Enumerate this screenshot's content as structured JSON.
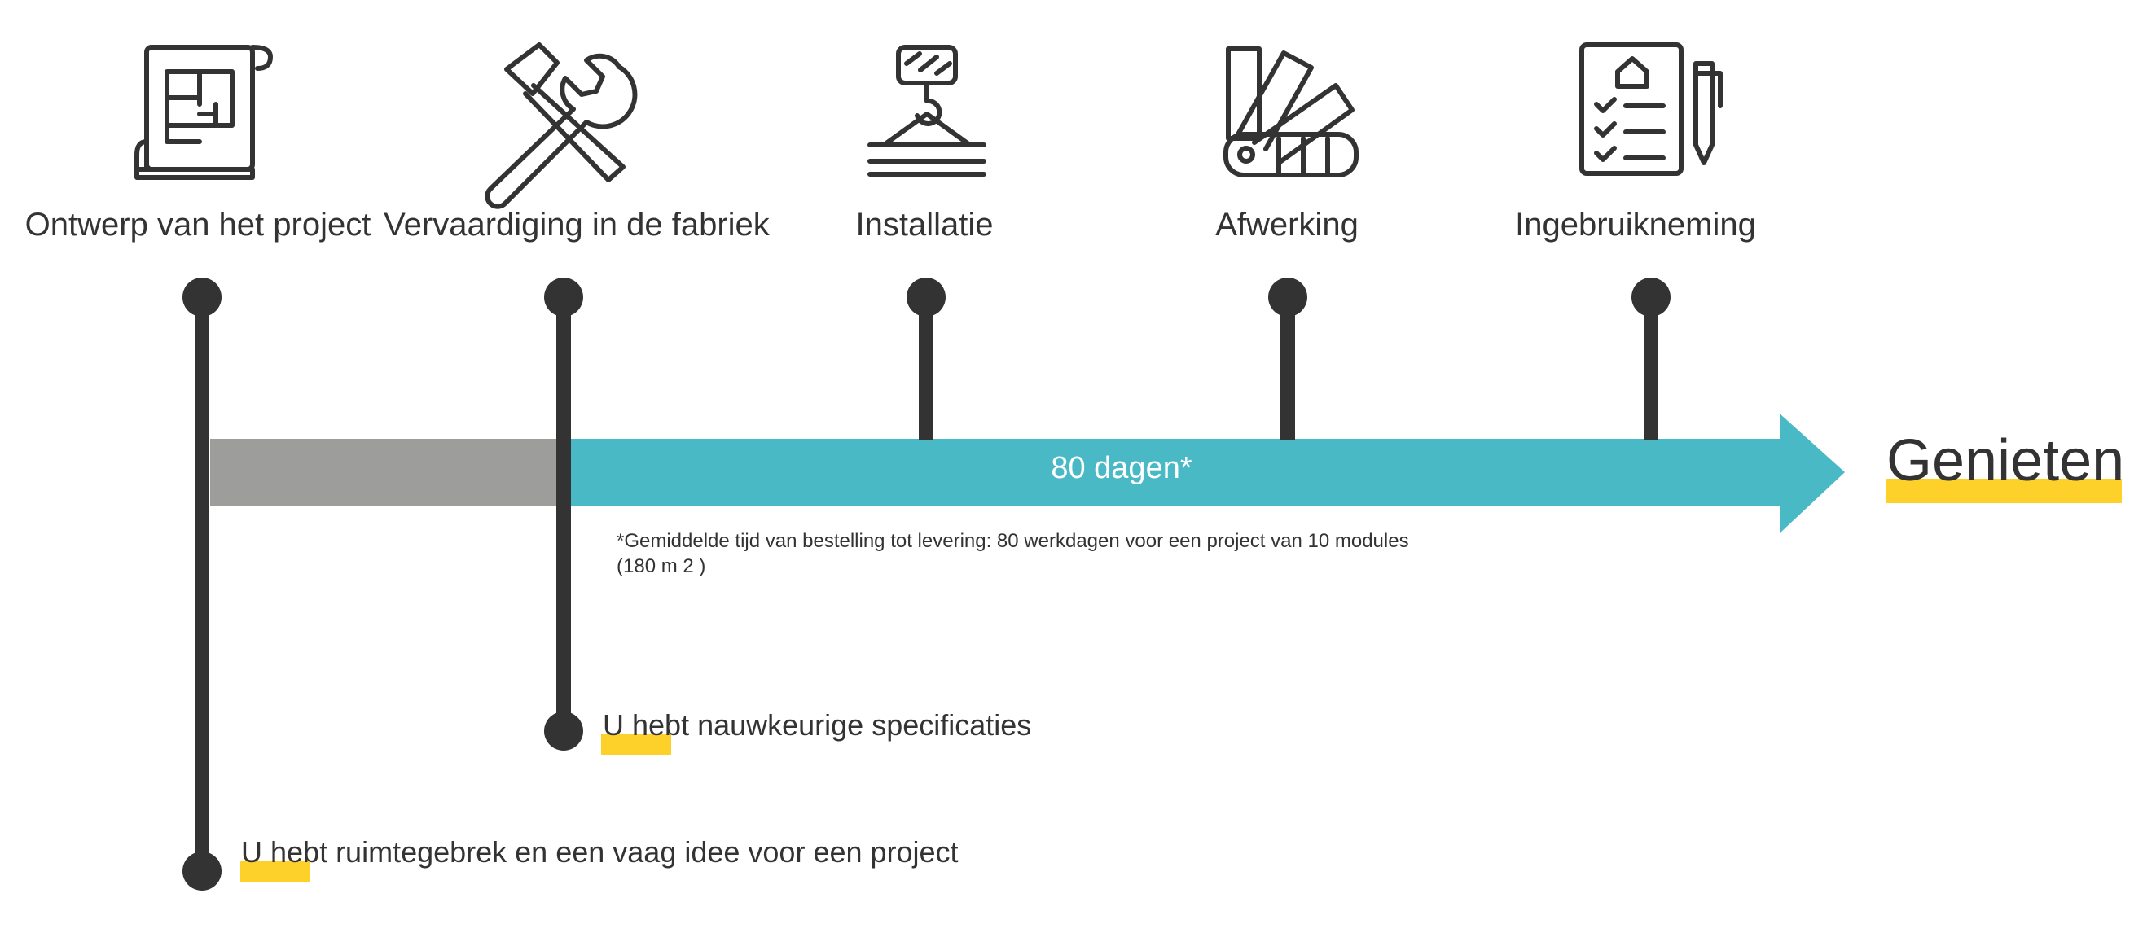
{
  "stages": [
    {
      "label": "Ontwerp van het project",
      "icon": "blueprint-icon"
    },
    {
      "label": "Vervaardiging in de fabriek",
      "icon": "hammer-wrench-icon"
    },
    {
      "label": "Installatie",
      "icon": "crane-hook-icon"
    },
    {
      "label": "Afwerking",
      "icon": "color-swatch-fan-icon"
    },
    {
      "label": "Ingebruikneming",
      "icon": "checklist-pen-icon"
    }
  ],
  "arrow": {
    "duration_label": "80 dagen*"
  },
  "end": {
    "label": "Genieten"
  },
  "footnote": {
    "line1": "*Gemiddelde tijd van bestelling tot levering: 80 werkdagen voor een project van 10 modules",
    "line2": "(180 m 2 )"
  },
  "milestones": [
    {
      "text": "U hebt nauwkeurige specificaties"
    },
    {
      "text": "U hebt ruimtegebrek en een vaag idee voor een project"
    }
  ],
  "colors": {
    "teal": "#4ab9c6",
    "gray_bar": "#9d9d9c",
    "dark": "#333333",
    "highlight": "#fdd02a"
  }
}
